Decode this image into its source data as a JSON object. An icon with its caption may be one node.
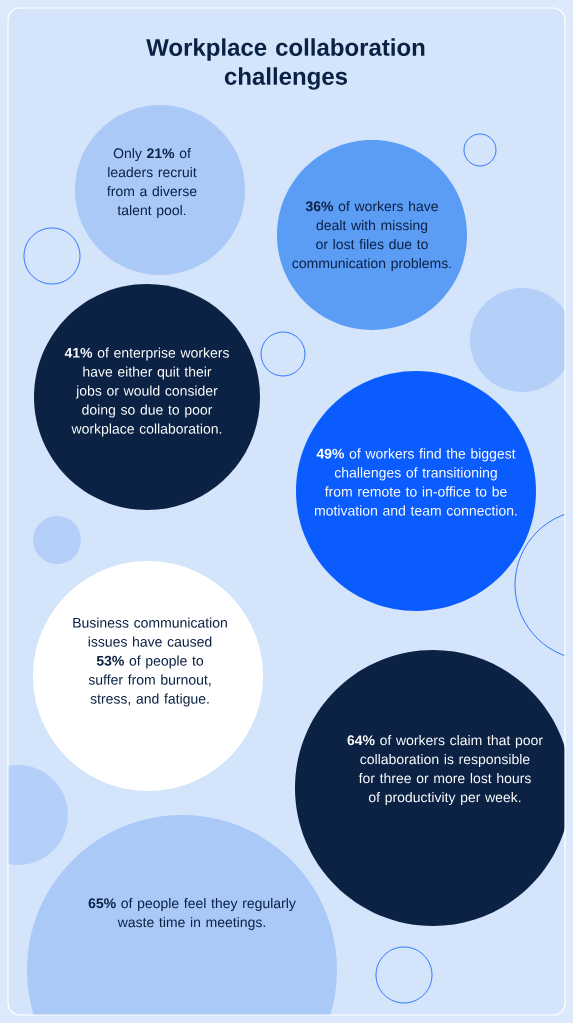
{
  "diagram": {
    "title": "Workplace collaboration challenges",
    "nodes": [
      {
        "text": [
          "Only **21%** of leaders recruit from a diverse talent pool."
        ]
      },
      {
        "text": [
          "**36%** of workers have dealt with missing or lost files due to communication problems."
        ]
      },
      {
        "text": [
          "**41%** of enterprise workers have either quit their jobs or would consider doing so due to poor workplace collaboration."
        ]
      },
      {
        "text": [
          "**49%** of workers find the biggest challenges of transitioning from remote to in-office to be motivation and team connection."
        ]
      },
      {
        "text": [
          "Business communication issues have caused **53%** of people to suffer from burnout, stress, and fatigue."
        ]
      },
      {
        "text": [
          "**64%** of workers claim that poor collaboration is responsible for three or more lost hours of productivity per week."
        ]
      },
      {
        "text": [
          "**65%** of people feel they regularly waste time in meetings."
        ]
      }
    ]
  }
}
